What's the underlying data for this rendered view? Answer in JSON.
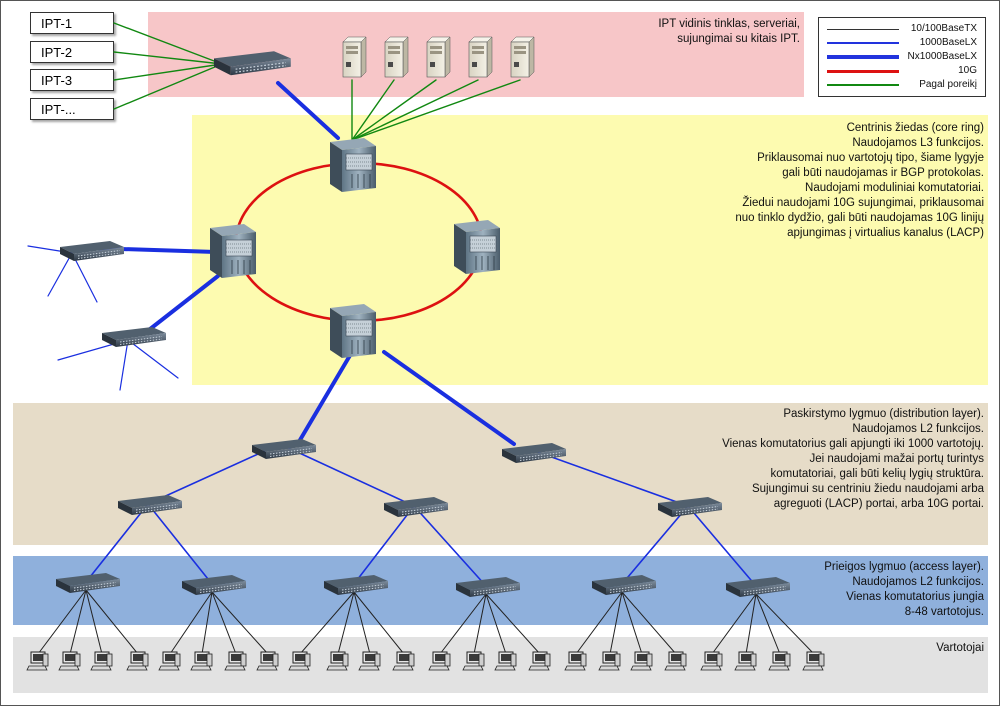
{
  "zones": {
    "ipt": {
      "text": "IPT vidinis tinklas, serveriai,\nsujungimai su kitais IPT.",
      "color": "#f7c6c8"
    },
    "core": {
      "text": "Centrinis žiedas (core ring)\nNaudojamos L3 funkcijos.\nPriklausomai nuo vartotojų tipo, šiame lygyje\ngali būti naudojamas ir BGP protokolas.\nNaudojami moduliniai komutatoriai.\nŽiedui naudojami 10G sujungimai, priklausomai\nnuo tinklo dydžio, gali būti naudojamas 10G linijų\napjungimas į virtualius kanalus (LACP)",
      "color": "#fdfbb0"
    },
    "distribution": {
      "text": "Paskirstymo lygmuo (distribution layer).\nNaudojamos L2 funkcijos.\nVienas komutatorius gali apjungti iki 1000 vartotojų.\nJei naudojami mažai portų turintys\nkomutatoriai, gali būti kelių lygių struktūra.\nSujungimui su centriniu žiedu naudojami arba\nagreguoti (LACP) portai, arba 10G portai.",
      "color": "#e6dcc8"
    },
    "access": {
      "text": "Prieigos lygmuo (access layer).\nNaudojamos L2 funkcijos.\nVienas komutatorius jungia\n8-48 vartotojus.",
      "color": "#8fb0dc"
    },
    "users": {
      "text": "Vartotojai",
      "color": "#e2e2e2"
    }
  },
  "ipt_nodes": [
    "IPT-1",
    "IPT-2",
    "IPT-3",
    "IPT-..."
  ],
  "legend": [
    {
      "label": "10/100BaseTX",
      "color": "#333333",
      "width": 1
    },
    {
      "label": "1000BaseLX",
      "color": "#2233dd",
      "width": 1.5
    },
    {
      "label": "Nx1000BaseLX",
      "color": "#2233dd",
      "width": 4
    },
    {
      "label": "10G",
      "color": "#dd1111",
      "width": 3
    },
    {
      "label": "Pagal poreikį",
      "color": "#118811",
      "width": 1.5
    }
  ],
  "link_colors": {
    "copper": "#222222",
    "lx": "#1a2fe0",
    "ring": "#dd1111",
    "ondemand": "#118811"
  }
}
